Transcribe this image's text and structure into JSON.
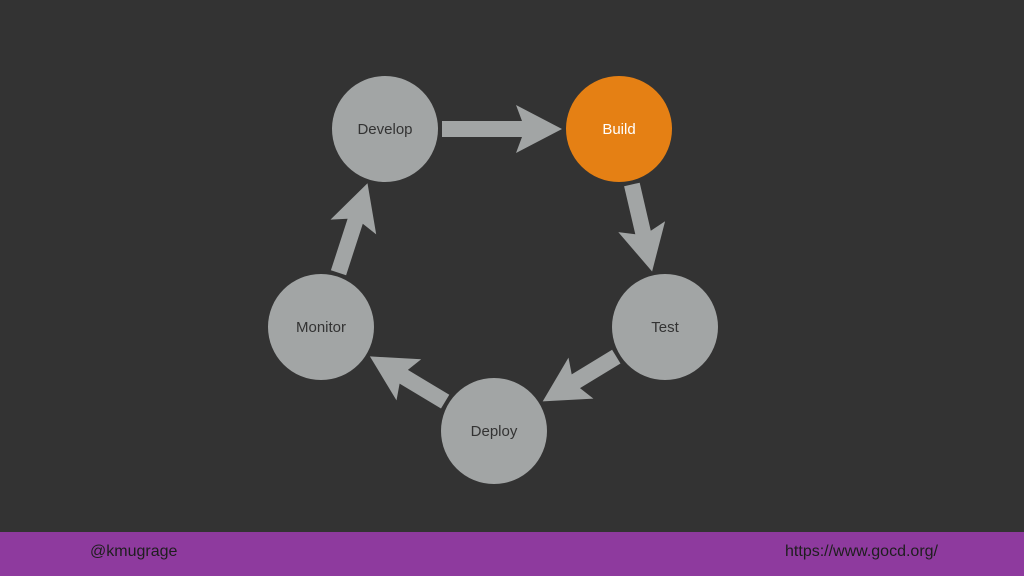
{
  "colors": {
    "background": "#333333",
    "node_default": "#a2a5a5",
    "node_active": "#e58014",
    "arrow": "#a2a5a5",
    "footer": "#8e3a9e"
  },
  "nodes": [
    {
      "label": "Develop",
      "active": false
    },
    {
      "label": "Build",
      "active": true
    },
    {
      "label": "Test",
      "active": false
    },
    {
      "label": "Deploy",
      "active": false
    },
    {
      "label": "Monitor",
      "active": false
    }
  ],
  "edges": [
    {
      "from": "Develop",
      "to": "Build"
    },
    {
      "from": "Build",
      "to": "Test"
    },
    {
      "from": "Test",
      "to": "Deploy"
    },
    {
      "from": "Deploy",
      "to": "Monitor"
    },
    {
      "from": "Monitor",
      "to": "Develop"
    }
  ],
  "footer": {
    "left": "@kmugrage",
    "right": "https://www.gocd.org/"
  }
}
